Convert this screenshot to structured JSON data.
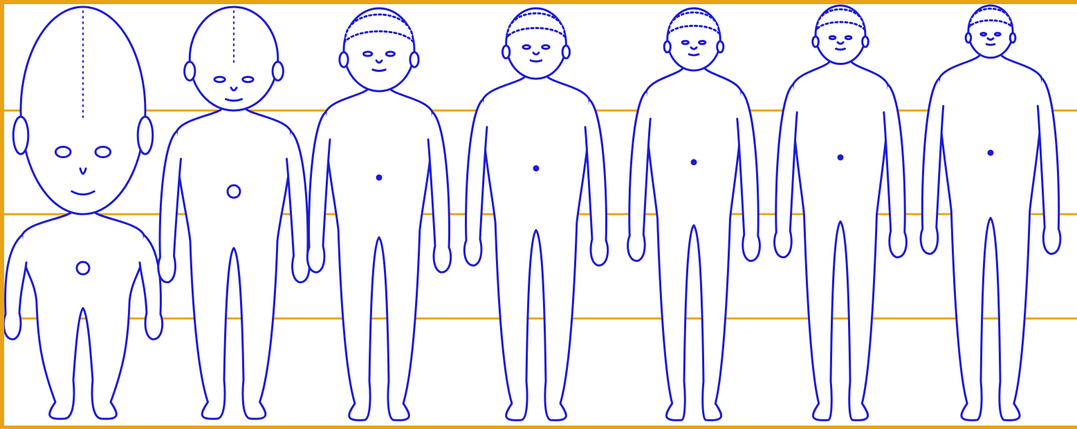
{
  "colors": {
    "background": "#ffffff",
    "frame": "#e8a317",
    "guide_lines": "#e8a317",
    "figure_stroke": "#1a1ad6",
    "figure_fill": "#ffffff"
  },
  "guide_line_count": 3,
  "figures": [
    {
      "id": "fetus",
      "head_ratio": 0.5
    },
    {
      "id": "newborn",
      "head_ratio": 0.25
    },
    {
      "id": "toddler-2yr",
      "head_ratio": 0.2
    },
    {
      "id": "child-6yr",
      "head_ratio": 0.17
    },
    {
      "id": "child-12yr",
      "head_ratio": 0.15
    },
    {
      "id": "teen-15yr",
      "head_ratio": 0.14
    },
    {
      "id": "adult-25yr",
      "head_ratio": 0.125
    }
  ]
}
